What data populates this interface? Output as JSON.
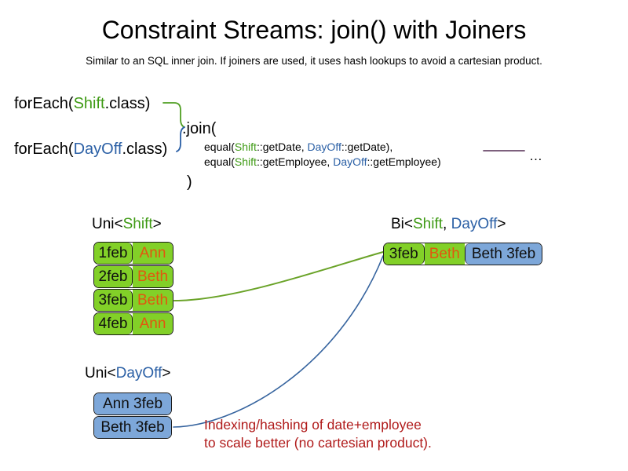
{
  "header": {
    "title": "Constraint Streams: join() with Joiners",
    "subtitle": "Similar to an SQL inner join. If joiners are used, it uses hash lookups to avoid a cartesian product."
  },
  "code": {
    "foreach_shift": {
      "prefix": "forEach(",
      "type": "Shift",
      "suffix": ".class)"
    },
    "foreach_dayoff": {
      "prefix": "forEach(",
      "type": "DayOff",
      "suffix": ".class)"
    },
    "join_open": ".join(",
    "join_close": ")",
    "joiners": [
      {
        "fn": "equal(",
        "left_type": "Shift",
        "left_method": "::getDate, ",
        "right_type": "DayOff",
        "right_method": "::getDate),",
        "tail": ""
      },
      {
        "fn": "equal(",
        "left_type": "Shift",
        "left_method": "::getEmployee, ",
        "right_type": "DayOff",
        "right_method": "::getEmployee)",
        "tail": ""
      }
    ],
    "ellipsis": "…"
  },
  "groups": {
    "uni_shift": {
      "label_prefix": "Uni<",
      "label_type": "Shift",
      "label_suffix": ">",
      "rows": [
        {
          "date": "1feb",
          "name": "Ann"
        },
        {
          "date": "2feb",
          "name": "Beth"
        },
        {
          "date": "3feb",
          "name": "Beth"
        },
        {
          "date": "4feb",
          "name": "Ann"
        }
      ]
    },
    "uni_dayoff": {
      "label_prefix": "Uni<",
      "label_type": "DayOff",
      "label_suffix": ">",
      "rows": [
        {
          "pair": "Ann 3feb"
        },
        {
          "pair": "Beth 3feb"
        }
      ]
    },
    "bi_join": {
      "label_prefix": "Bi<",
      "label_type_a": "Shift",
      "label_separator": ", ",
      "label_type_b": "DayOff",
      "label_suffix": ">",
      "row": {
        "date": "3feb",
        "name": "Beth",
        "pair": "Beth 3feb"
      }
    }
  },
  "caption": {
    "line1": "Indexing/hashing of date+employee",
    "line2": "to scale better (no cartesian product)."
  },
  "colors": {
    "shift_green": "#3e9a14",
    "dayoff_blue": "#2a5fa5",
    "box_green_fill": "#82d028",
    "box_blue_fill": "#7da7d9",
    "name_orange": "#e2560f",
    "caption_red": "#b01a1a",
    "rule_purple": "#6b4a6b",
    "box_stroke": "#1a1a1a"
  }
}
